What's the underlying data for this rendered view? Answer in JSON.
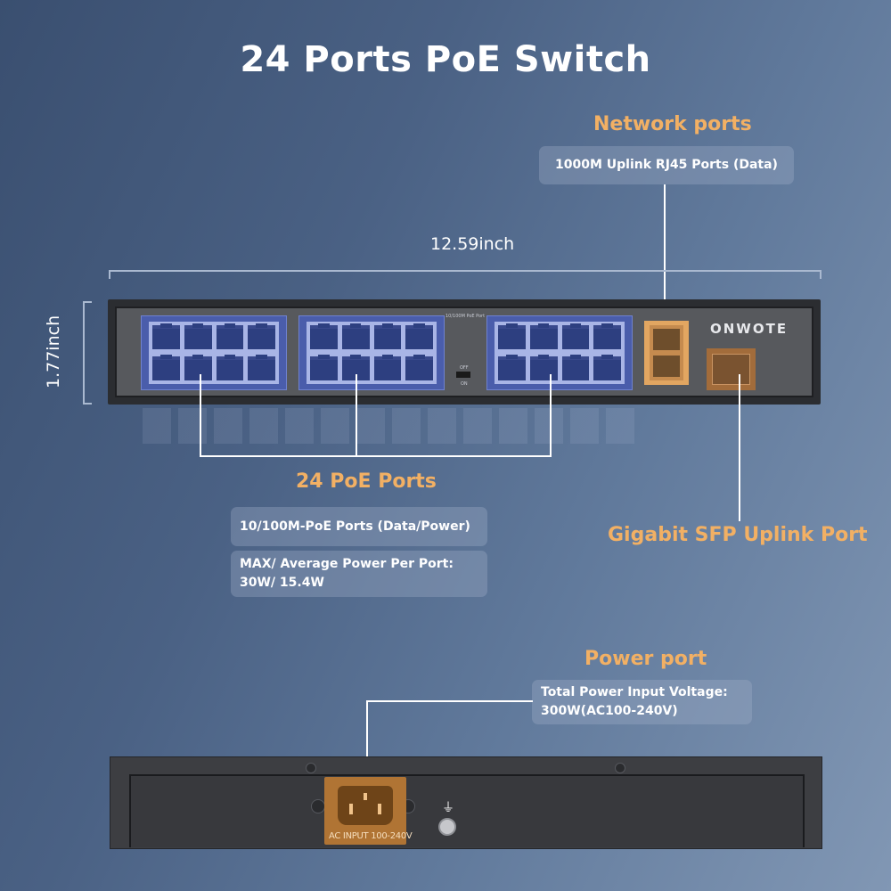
{
  "title": "24 Ports PoE Switch",
  "dimensions": {
    "width_label": "12.59inch",
    "height_label": "1.77inch"
  },
  "network_ports": {
    "heading": "Network ports",
    "callout": "1000M Uplink RJ45 Ports (Data)"
  },
  "poe_ports": {
    "heading": "24 PoE Ports",
    "callouts": [
      "10/100M-PoE Ports (Data/Power)",
      "MAX/ Average Power Per Port:",
      "30W/ 15.4W"
    ]
  },
  "sfp_port": {
    "heading": "Gigabit SFP Uplink Port"
  },
  "power_port": {
    "heading": "Power port",
    "callout_line1": "Total Power Input Voltage:",
    "callout_line2": "300W(AC100-240V)",
    "ac_label": "AC INPUT 100-240V"
  },
  "device": {
    "brand": "ONWOTE",
    "panel_label": "10/100M PoE Port",
    "toggle_labels": [
      "OFF",
      "ON"
    ],
    "poe_port_count": 24,
    "uplink_rj45_count": 2,
    "sfp_count": 1
  },
  "colors": {
    "accent_orange": "#f2b064",
    "port_blue": "#4a5dab",
    "uplink_highlight": "#e2a661"
  }
}
